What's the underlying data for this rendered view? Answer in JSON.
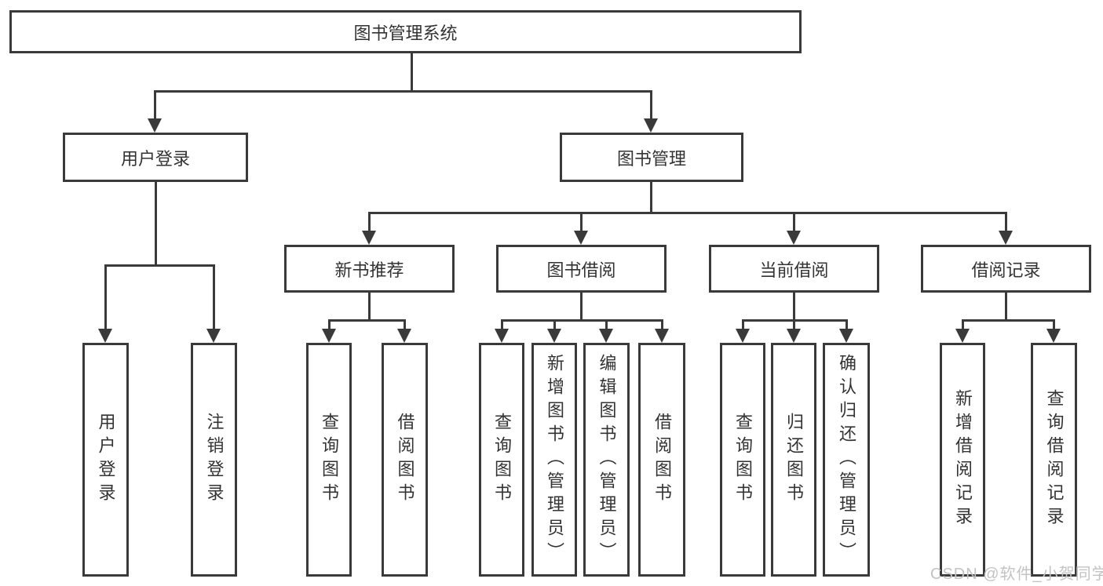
{
  "diagram": {
    "root": "图书管理系统",
    "branches": [
      {
        "label": "用户登录",
        "children": [
          "用户登录",
          "注销登录"
        ]
      },
      {
        "label": "图书管理",
        "groups": [
          {
            "label": "新书推荐",
            "children": [
              "查询图书",
              "借阅图书"
            ]
          },
          {
            "label": "图书借阅",
            "children": [
              "查询图书",
              "新增图书（管理员）",
              "编辑图书（管理员）",
              "借阅图书"
            ]
          },
          {
            "label": "当前借阅",
            "children": [
              "查询图书",
              "归还图书",
              "确认归还（管理员）"
            ]
          },
          {
            "label": "借阅记录",
            "children": [
              "新增借阅记录",
              "查询借阅记录"
            ]
          }
        ]
      }
    ]
  },
  "watermark": "CSDN @软件_小贺同学",
  "colors": {
    "line": "#3a3a3a",
    "text": "#333333",
    "watermark": "#c3c3c3",
    "background": "#ffffff"
  }
}
